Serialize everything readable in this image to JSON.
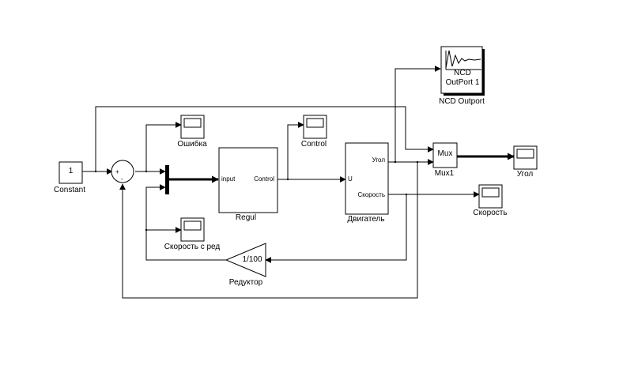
{
  "blocks": {
    "constant": {
      "label": "Constant",
      "value": "1"
    },
    "sum": {
      "plus": "+",
      "minus": "-"
    },
    "regul": {
      "label": "Regul",
      "in_port": "input",
      "out_port": "Control"
    },
    "motor": {
      "label": "Двигатель",
      "in_port": "U",
      "out_port_angle": "Угол",
      "out_port_speed": "Скорость"
    },
    "mux": {
      "label": "Mux1",
      "text": "Mux"
    },
    "gain": {
      "label": "Редуктор",
      "value": "1/100"
    },
    "ncd": {
      "label": "NCD Outport",
      "text_line1": "NCD",
      "text_line2": "OutPort 1"
    },
    "scope_error": {
      "label": "Ошибка"
    },
    "scope_control": {
      "label": "Control"
    },
    "scope_reduced_speed": {
      "label": "Скорость с ред"
    },
    "scope_angle": {
      "label": "Угол"
    },
    "scope_speed": {
      "label": "Скорость"
    }
  }
}
